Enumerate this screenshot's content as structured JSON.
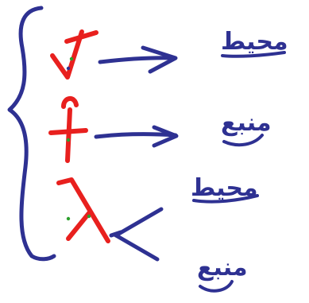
{
  "colors": {
    "ink_blue": "#2e3192",
    "ink_red": "#e8201e",
    "ink_green": "#2ca02c",
    "background": "#ffffff"
  },
  "symbols": [
    {
      "id": "check-v",
      "color": "red"
    },
    {
      "id": "plus-with-hook",
      "color": "red"
    },
    {
      "id": "lambda",
      "color": "red"
    }
  ],
  "labels": [
    {
      "id": "lbl-1",
      "text": "محيط"
    },
    {
      "id": "lbl-2",
      "text": "منبع"
    },
    {
      "id": "lbl-3",
      "text": "محيط"
    },
    {
      "id": "lbl-4",
      "text": "منبع"
    }
  ]
}
